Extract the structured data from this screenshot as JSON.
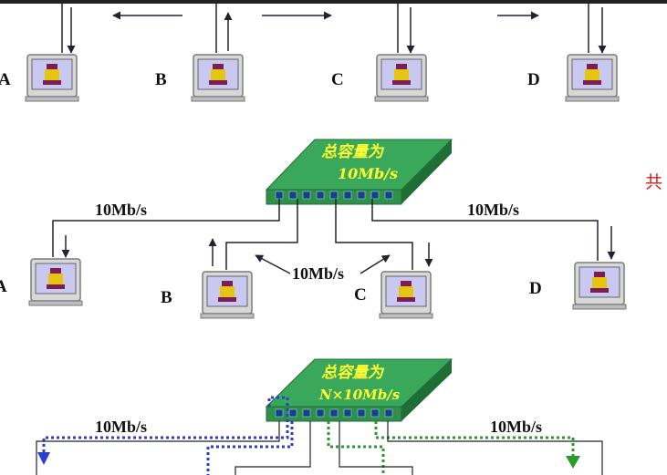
{
  "section1": {
    "stations": [
      {
        "label": "A"
      },
      {
        "label": "B"
      },
      {
        "label": "C"
      },
      {
        "label": "D"
      }
    ]
  },
  "section2": {
    "hub_label_line1": "总容量为",
    "hub_label_line2": "10Mb/s",
    "link_left_label": "10Mb/s",
    "link_right_label": "10Mb/s",
    "link_center_label": "10Mb/s",
    "stations": [
      {
        "label": "A"
      },
      {
        "label": "B"
      },
      {
        "label": "C"
      },
      {
        "label": "D"
      }
    ],
    "side_note": "共"
  },
  "section3": {
    "switch_label_line1": "总容量为",
    "switch_label_line2": "N×10Mb/s",
    "link_left_label": "10Mb/s",
    "link_right_label": "10Mb/s"
  },
  "colors": {
    "hub_green": "#3aa85a",
    "hub_dark": "#1f6e36",
    "port_blue": "#1c3d8f",
    "path_blue": "#2a3fd0",
    "path_green": "#2a9a2a",
    "monitor_frame": "#c9c9c9",
    "screen_bg": "#c8c8f0",
    "side_note_red": "#cc2222"
  }
}
